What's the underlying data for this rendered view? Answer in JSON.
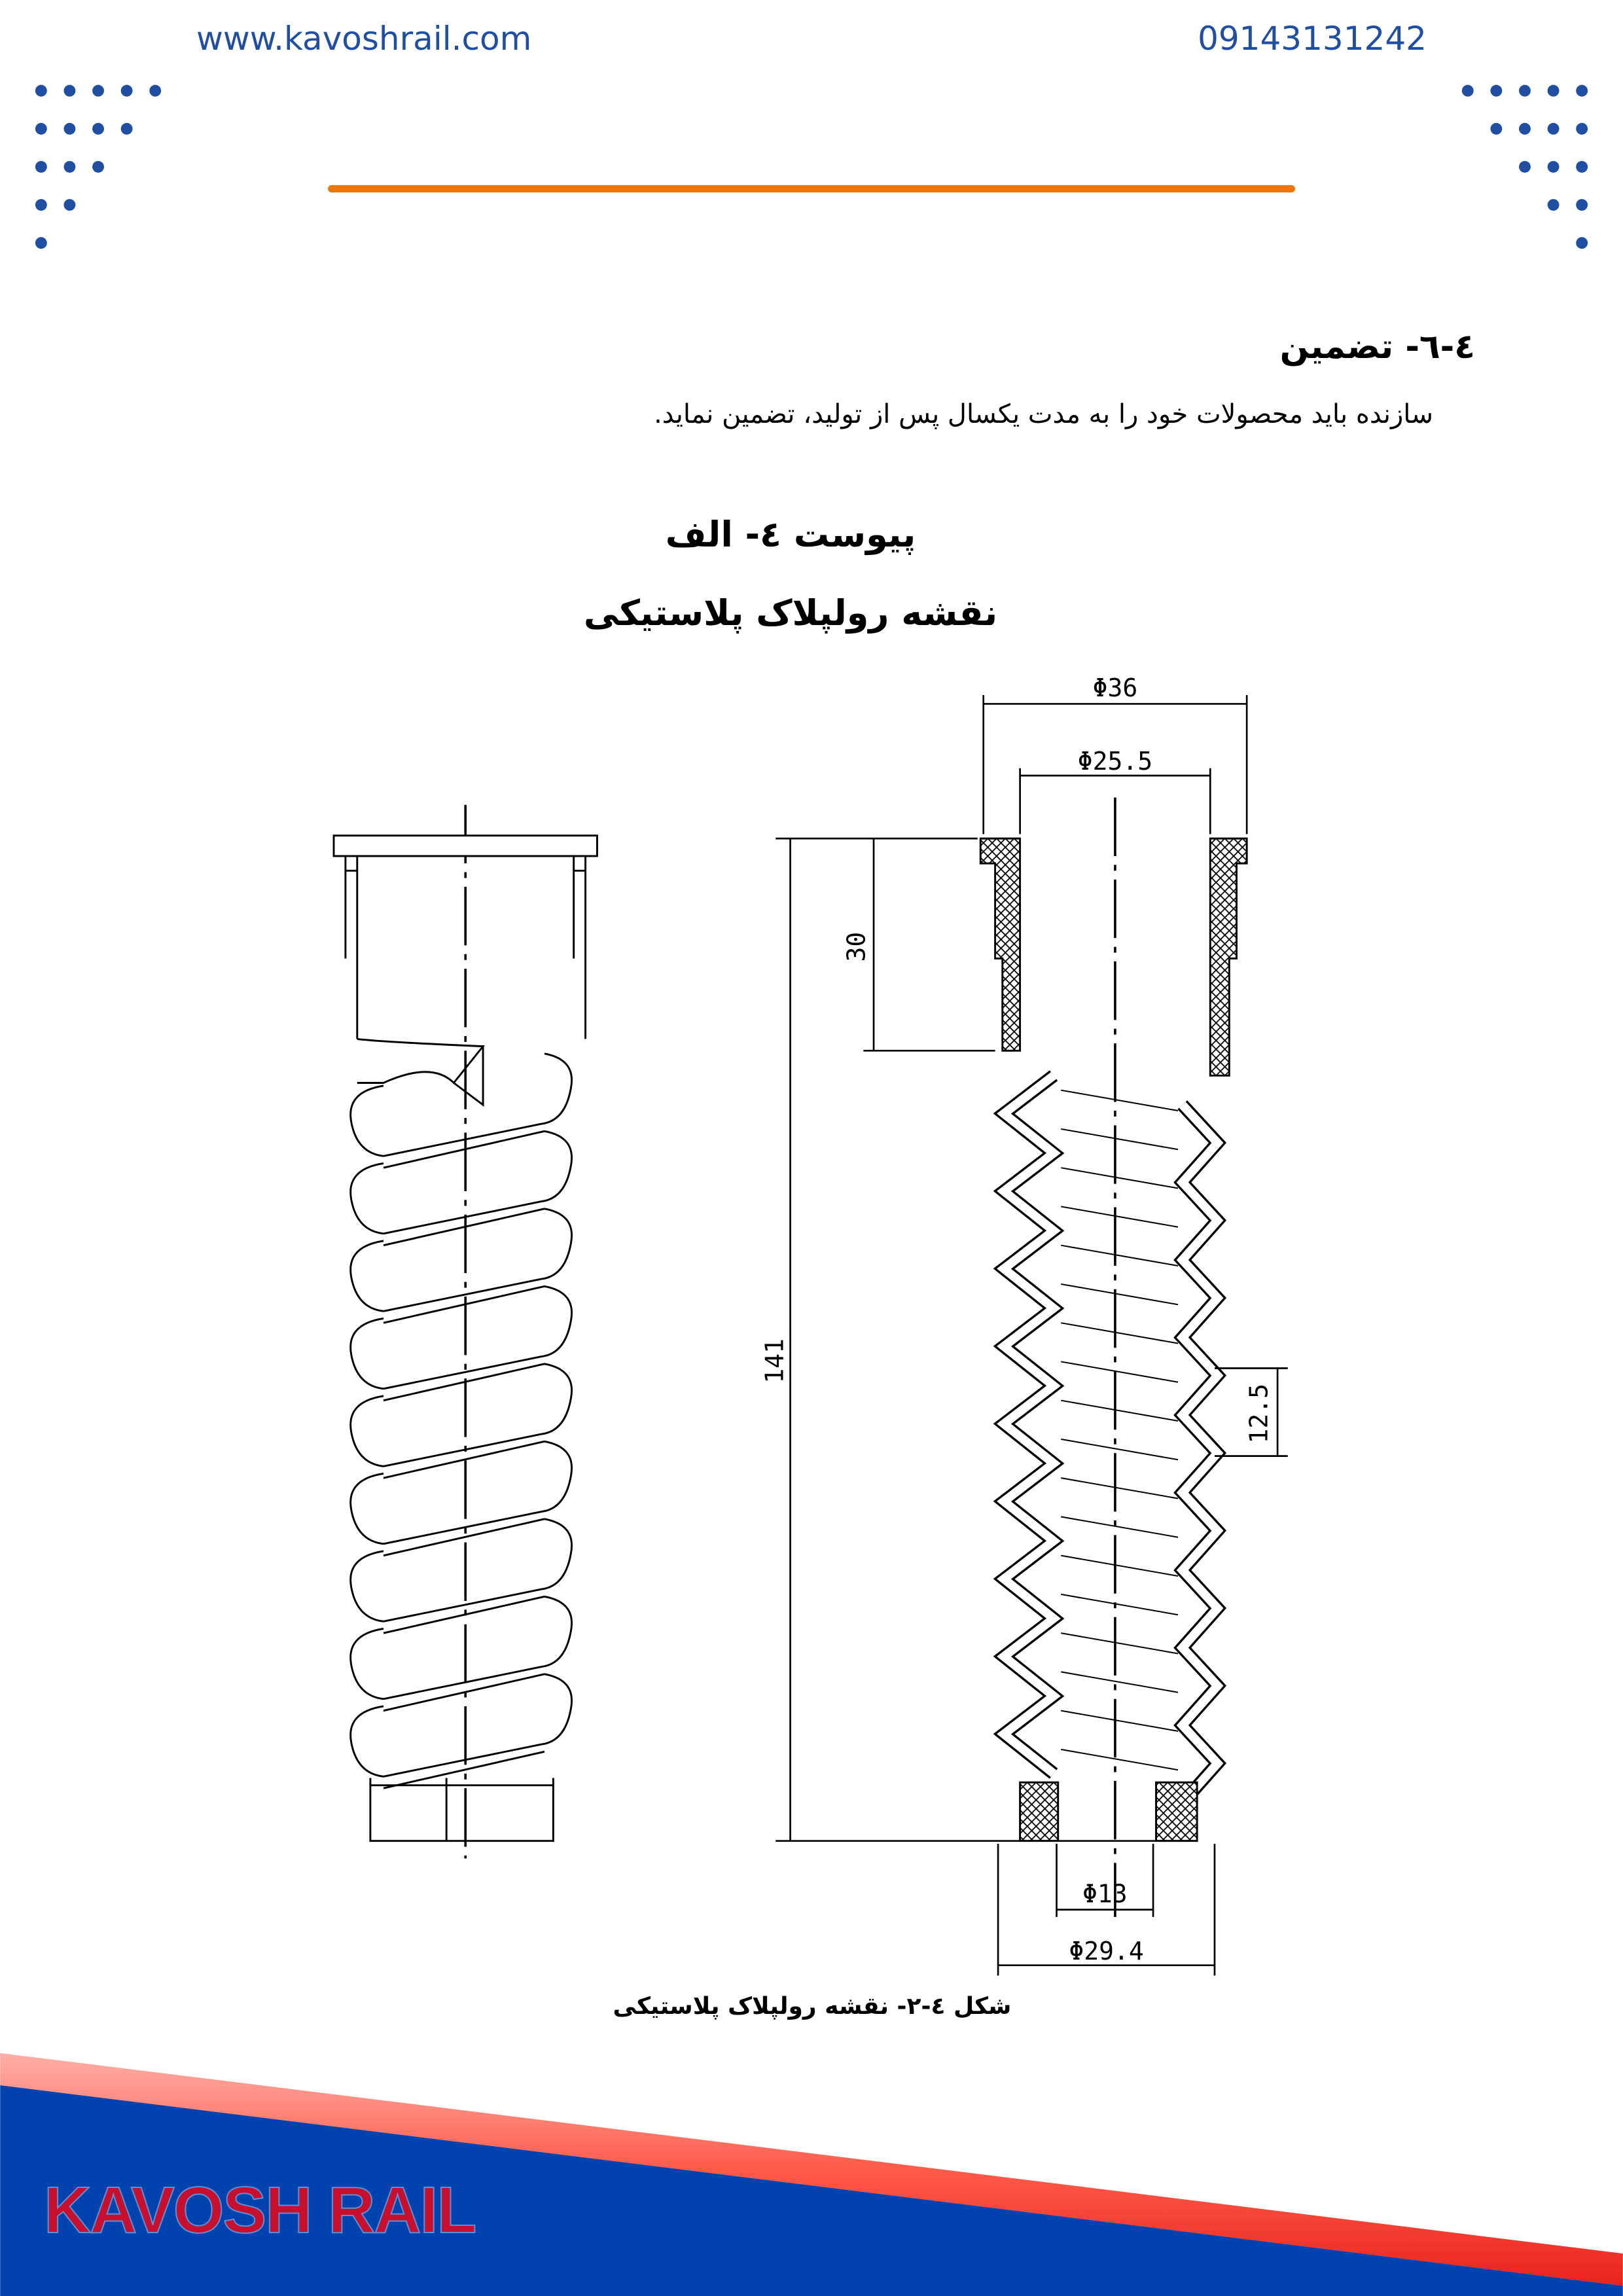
{
  "header": {
    "website": "www.kavoshrail.com",
    "phone": "09143131242",
    "accent_color": "#e8770e",
    "dot_color": "#1f4ea3"
  },
  "section": {
    "heading": "٤-٦- تضمین",
    "body": "سازنده باید محصولات خود را به مدت یکسال پس از تولید، تضمین نماید."
  },
  "appendix": {
    "title": "پیوست ٤- الف",
    "subtitle": "نقشه رولپلاک پلاستیکی"
  },
  "drawing": {
    "dimensions": {
      "outer_top_diameter": "Φ36",
      "inner_top_diameter": "Φ25.5",
      "top_depth": "30",
      "total_length": "141",
      "thread_pitch": "12.5",
      "bottom_hole_diameter": "Φ13",
      "bottom_outer_diameter": "Φ29.4"
    },
    "caption": "شکل ٤-٢- نقشه رولپلاک پلاستیکی"
  },
  "footer": {
    "brand": "KAVOSH RAIL",
    "brand_color": "#c8102e",
    "band_color": "#0043ae",
    "stripe_color": "#ff3b30"
  }
}
